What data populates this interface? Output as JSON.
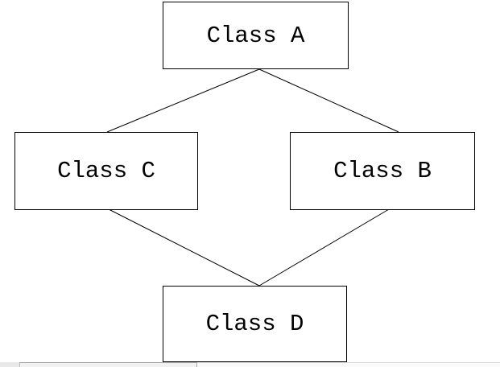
{
  "diagram": {
    "nodes": [
      {
        "id": "class-a",
        "label": "Class A"
      },
      {
        "id": "class-c",
        "label": "Class C"
      },
      {
        "id": "class-b",
        "label": "Class B"
      },
      {
        "id": "class-d",
        "label": "Class D"
      }
    ],
    "edges": [
      {
        "from": "Class A",
        "to": "Class C"
      },
      {
        "from": "Class A",
        "to": "Class B"
      },
      {
        "from": "Class C",
        "to": "Class D"
      },
      {
        "from": "Class B",
        "to": "Class D"
      }
    ],
    "colors": {
      "box_border": "#000000",
      "box_fill": "#ffffff",
      "connector_line": "#000000",
      "text": "#000000",
      "background": "#ffffff"
    }
  },
  "scrollbar": {
    "orientation": "horizontal",
    "corner_color": "#e9e9e9",
    "track_color": "#fafafa",
    "thumb_color": "#f1f1f1",
    "thumb_border_color": "#a6a6a6"
  }
}
